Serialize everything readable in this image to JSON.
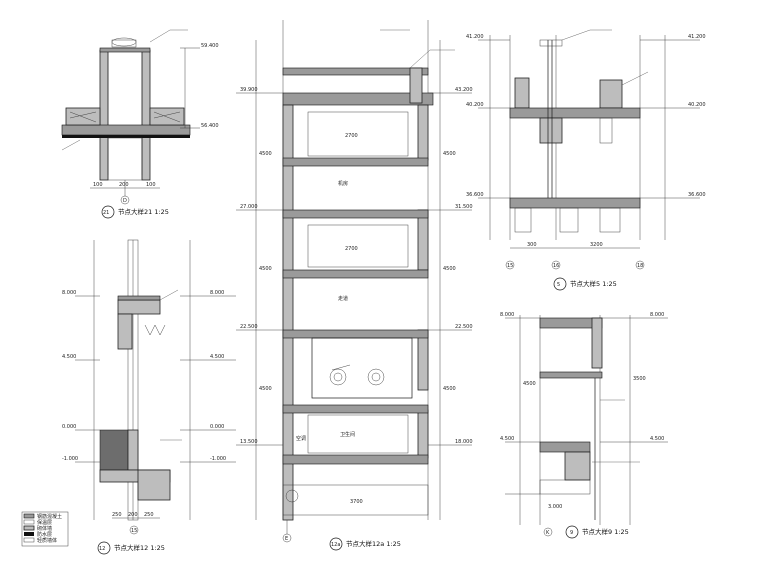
{
  "drawing_titles": {
    "node21": {
      "mark": "21",
      "text": "节点大样21  1:25"
    },
    "node12": {
      "mark": "12",
      "text": "节点大样12  1:25"
    },
    "node12a": {
      "mark": "12a",
      "text": "节点大样12a  1:25"
    },
    "node5": {
      "mark": "5",
      "text": "节点大样5  1:25"
    },
    "node9": {
      "mark": "9",
      "text": "节点大样9  1:25"
    }
  },
  "elevations": {
    "d21": [
      "59.400",
      "56.400"
    ],
    "d12": [
      "8.000",
      "4.500",
      "0.000",
      "-1.000"
    ],
    "d12a": [
      "43.200",
      "39.900",
      "31.500",
      "27.000",
      "22.500",
      "18.000",
      "13.500"
    ],
    "d5": [
      "41.200",
      "40.200",
      "36.600"
    ],
    "d9": [
      "8.000",
      "4.500",
      "3.000"
    ]
  },
  "dimensions": {
    "d21_bottom": [
      "100",
      "200",
      "100"
    ],
    "d12_bottom": [
      "250",
      "200",
      "250"
    ],
    "d12a_bottom": [
      "2700",
      "2700",
      "3700"
    ],
    "d12a_side": [
      "4500",
      "4500",
      "4500",
      "4500"
    ],
    "d5_bottom": [
      "300",
      "3200"
    ],
    "d9_side": [
      "3500",
      "4500"
    ]
  },
  "grid_axes": {
    "d21": "D",
    "d12": "15",
    "d12a": "E",
    "d5": [
      "15",
      "16",
      "18"
    ],
    "d9": "K"
  },
  "room_labels": [
    "机房",
    "走道",
    "卫生间",
    "空调"
  ],
  "legend": {
    "rows": [
      "钢筋混凝土",
      "保温层",
      "砌体墙",
      "防水层",
      "轻质墙体"
    ]
  }
}
